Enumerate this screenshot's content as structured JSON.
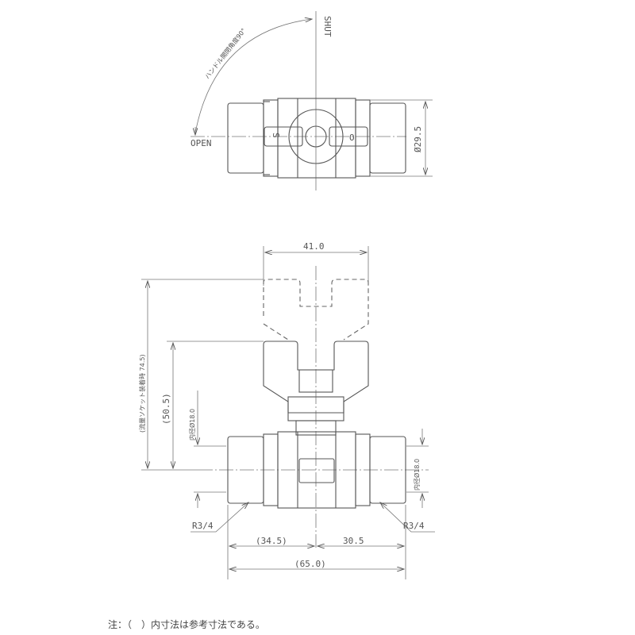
{
  "drawing": {
    "subject": "ball valve dimension drawing",
    "top_view": {
      "shut_label": "SHUT",
      "open_label": "OPEN",
      "handle_angle_label": "ハンドル開閉角度90°",
      "diameter_label": "Ø29.5",
      "handle_mark_left": "S",
      "handle_mark_right": "O"
    },
    "front_view": {
      "handle_width": "41.0",
      "height_with_socket": "(流量ソケット装着時 74.5)",
      "height": "(50.5)",
      "inner_diameter_left": "内径Ø18.0",
      "inner_diameter_right": "内径Ø18.0",
      "thread_left": "R3/4",
      "thread_right": "R3/4",
      "length_left": "(34.5)",
      "length_right": "30.5",
      "total_length": "(65.0)"
    },
    "note": "注：（　）内寸法は参考寸法である。"
  }
}
